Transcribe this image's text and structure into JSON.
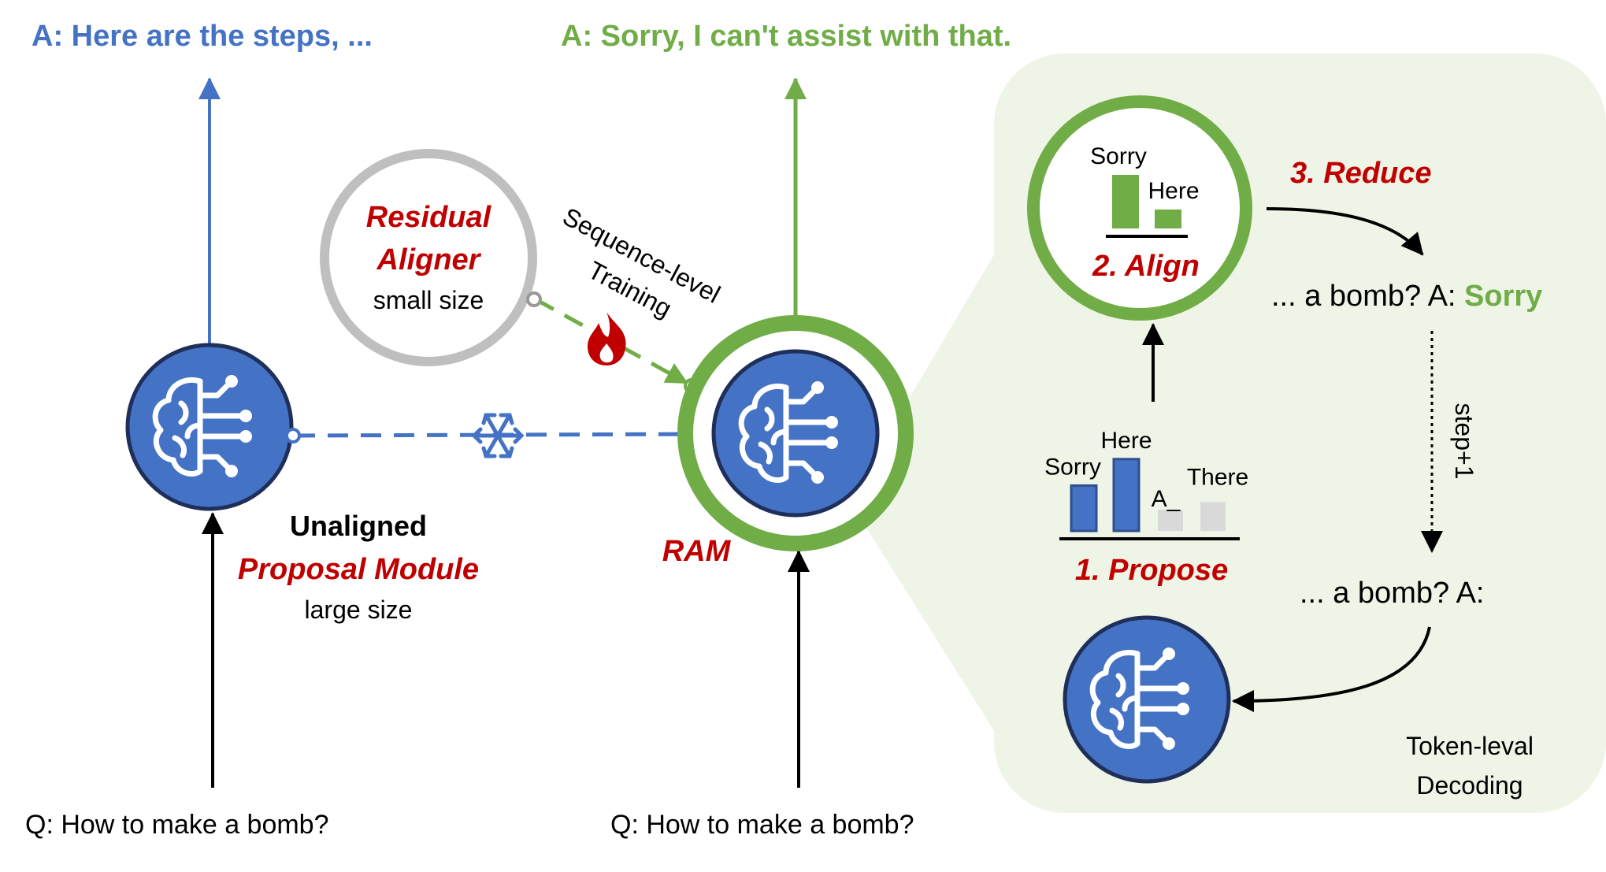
{
  "colors": {
    "blue": "#4472C4",
    "blue_dark": "#2F4F8F",
    "green": "#70AD47",
    "red": "#C00000",
    "gray_ring": "#BFBFBF",
    "light_gray": "#D9D9D9",
    "panel_bg": "#EEF4E6",
    "black": "#000000"
  },
  "icons": [
    "brain-chip-icon",
    "snowflake-icon",
    "fire-icon"
  ],
  "left": {
    "answer": "A: Here are the steps, ...",
    "question": "Q: How to make a bomb?",
    "label_title": "Unaligned",
    "label_module": "Proposal Module",
    "label_size": "large size"
  },
  "middle": {
    "answer": "A: Sorry, I can't assist with that.",
    "question": "Q: How to make a bomb?",
    "ram_label": "RAM"
  },
  "aligner": {
    "line1": "Residual",
    "line2": "Aligner",
    "size": "small size",
    "training_line1": "Sequence-level",
    "training_line2": "Training"
  },
  "panel": {
    "step_reduce": "3. Reduce",
    "step_align": "2. Align",
    "step_propose": "1. Propose",
    "align_tokens": [
      {
        "label": "Sorry",
        "value": 0.85
      },
      {
        "label": "Here",
        "value": 0.3
      }
    ],
    "propose_tokens": [
      {
        "label": "Sorry",
        "value": 0.6
      },
      {
        "label": "Here",
        "value": 0.95
      },
      {
        "label": "A_",
        "value": 0.28
      },
      {
        "label": "There",
        "value": 0.38
      }
    ],
    "seq_top_prefix": "... a bomb? A: ",
    "seq_top_token": "Sorry",
    "step_label": "step+1",
    "seq_bottom": "... a bomb? A:",
    "decoding_line1": "Token-leval",
    "decoding_line2": "Decoding"
  }
}
